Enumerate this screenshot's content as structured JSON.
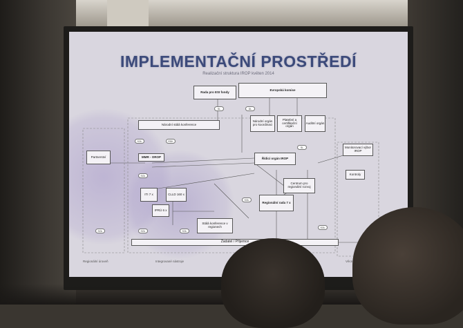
{
  "slide": {
    "title": "IMPLEMENTAČNÍ PROSTŘEDÍ",
    "subtitle": "Realizační struktura IROP květen 2014"
  },
  "diagram": {
    "boxes": {
      "rada": "Rada pro ESI fondy",
      "ek": "Evropská komise",
      "narodni_stala": "Národní stálá konference",
      "narodni_organ": "Národní orgán pro koordinaci",
      "platebni": "Platební a certifikační orgán",
      "auditni": "Auditní orgán",
      "monitorovaci": "Monitorovací výbor IROP",
      "ridici": "Řídicí orgán IROP",
      "mmr": "MMR - OROP",
      "centrum": "Centrum pro regionální rozvoj",
      "regionalni": "Regionální rada 7 x",
      "iti": "ITI 7 x",
      "clld": "CLLD 160 x",
      "ipro": "IPRÚ 6 x",
      "stala_konf": "Stálá konference v regionech",
      "zadatel": "Žadatel / Příjemce",
      "partner": "Partnerství",
      "kontroly": "Kontroly"
    },
    "footer": {
      "left": "Regionální úroveň",
      "center": "Integrované nástroje",
      "right": "Věcný garant"
    }
  }
}
